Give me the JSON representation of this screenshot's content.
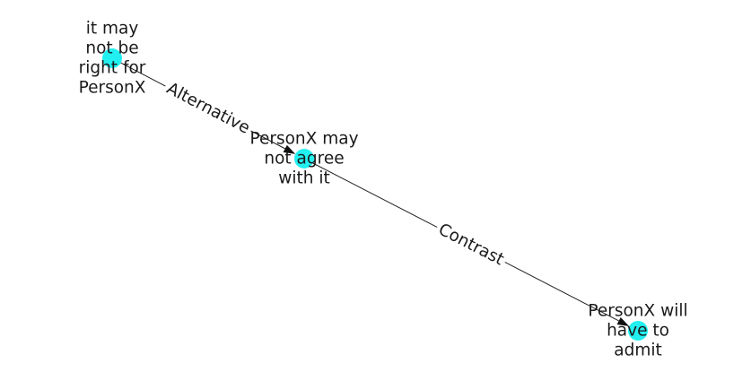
{
  "graph": {
    "node_color": "#22f0f0",
    "nodes": [
      {
        "id": "n1",
        "label_lines": [
          "it may",
          "not be",
          "right for",
          "PersonX"
        ]
      },
      {
        "id": "n2",
        "label_lines": [
          "PersonX may",
          "not agree",
          "with it"
        ]
      },
      {
        "id": "n3",
        "label_lines": [
          "PersonX will",
          "have to",
          "admit"
        ]
      }
    ],
    "edges": [
      {
        "from": "n1",
        "to": "n2",
        "label": "Alternative"
      },
      {
        "from": "n2",
        "to": "n3",
        "label": "Contrast"
      }
    ]
  }
}
